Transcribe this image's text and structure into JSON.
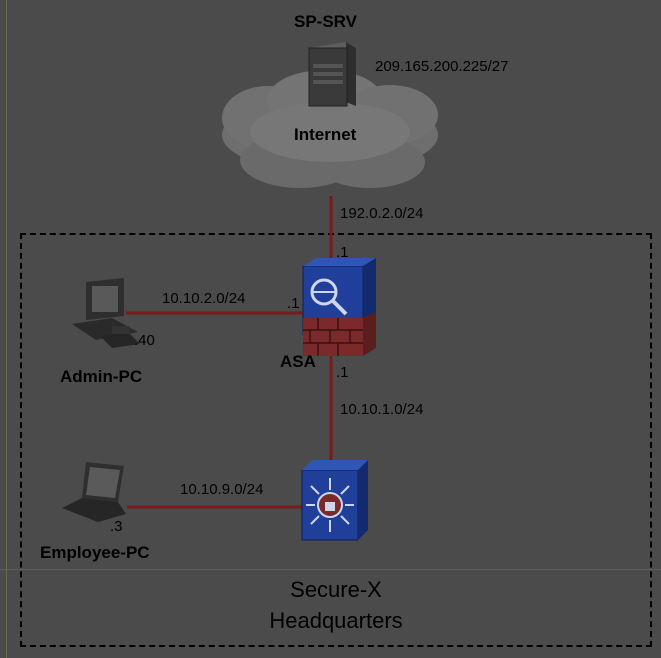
{
  "devices": {
    "server": {
      "name": "SP-SRV",
      "ip": "209.165.200.225/27"
    },
    "cloud": {
      "name": "Internet"
    },
    "asa": {
      "name": "ASA"
    },
    "admin_pc": {
      "name": "Admin-PC",
      "host": ".40"
    },
    "employee_pc": {
      "name": "Employee-PC",
      "host": ".3"
    }
  },
  "links": {
    "internet_asa": {
      "network": "192.0.2.0/24",
      "asa_if": ".1"
    },
    "admin_asa": {
      "network": "10.10.2.0/24",
      "asa_if": ".1"
    },
    "asa_switch": {
      "network": "10.10.1.0/24",
      "asa_if": ".1"
    },
    "employee_switch": {
      "network": "10.10.9.0/24"
    }
  },
  "site": {
    "line1": "Secure-X",
    "line2": "Headquarters"
  },
  "colors": {
    "link": "#7a1a1a",
    "asa_blue": "#1f3f9a",
    "firewall": "#7a2a2a"
  },
  "icons": [
    "server-icon",
    "cloud-icon",
    "asa-firewall-icon",
    "desktop-pc-icon",
    "laptop-icon",
    "security-switch-icon"
  ]
}
